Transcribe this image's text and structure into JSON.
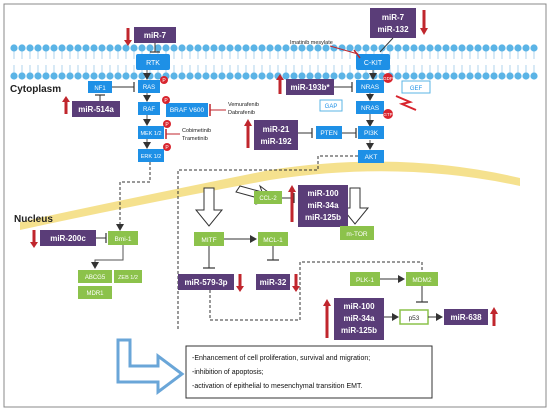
{
  "labels": {
    "cytoplasm": "Cytoplasm",
    "nucleus": "Nucleus"
  },
  "receptors": {
    "rtk": "RTK",
    "ckit": "C-KIT"
  },
  "proteins": {
    "nf1": "NF1",
    "ras": "RAS",
    "raf": "RAF",
    "braf": "BRAF V600",
    "mek": "MEK 1/2",
    "erk": "ERK 1/2",
    "nras1": "NRAS",
    "nras2": "NRAS",
    "gap": "GAP",
    "gef": "GEF",
    "gdp": "GDP",
    "gtp": "GTP",
    "pten": "PTEN",
    "pi3k": "PI3K",
    "akt": "AKT",
    "ccl2": "CCL-2",
    "mtor": "m-TOR",
    "mitf": "MITF",
    "mcl1": "MCL-1",
    "bmi1": "Bmi-1",
    "abcg5": "ABCG5",
    "zeb": "ZEB 1/2",
    "mdr1": "MDR1",
    "plk1": "PLK-1",
    "mdm2": "MDM2",
    "p53": "p53",
    "phospho": "P"
  },
  "mirnas": {
    "mir7_top": "miR-7",
    "mir7_right": "miR-7",
    "mir132": "miR-132",
    "mir193b": "miR-193b*",
    "mir514a": "miR-514a",
    "mir21": "miR-21",
    "mir192": "miR-192",
    "mir100_a": "miR-100",
    "mir34a_a": "miR-34a",
    "mir125b_a": "miR-125b",
    "mir200c": "miR-200c",
    "mir579": "miR-579-3p",
    "mir32": "miR-32",
    "mir100_b": "miR-100",
    "mir34a_b": "miR-34a",
    "mir125b_b": "miR-125b",
    "mir638": "miR-638"
  },
  "drugs": {
    "imatinib": "Imatinib mesylate",
    "vemurafenib": "Vemurafenib",
    "dabrafenib": "Dabrafenib",
    "cobimetinib": "Cobimetinib",
    "trametinib": "Trametinib"
  },
  "outcomes": [
    "-Enhancement of cell proliferation, survival and migration;",
    "-inhibition of apoptosis;",
    "-activation of epithelial to mesenchymal transition EMT."
  ],
  "colors": {
    "membrane": "#5bb4e6",
    "protein_blue": "#1e90e6",
    "protein_green": "#8cc24b",
    "mirna_purple": "#5a3d78",
    "arrow_red": "#c0262d",
    "nucleus_yellow": "#f3dc7a",
    "phospho_red": "#d8252e"
  }
}
